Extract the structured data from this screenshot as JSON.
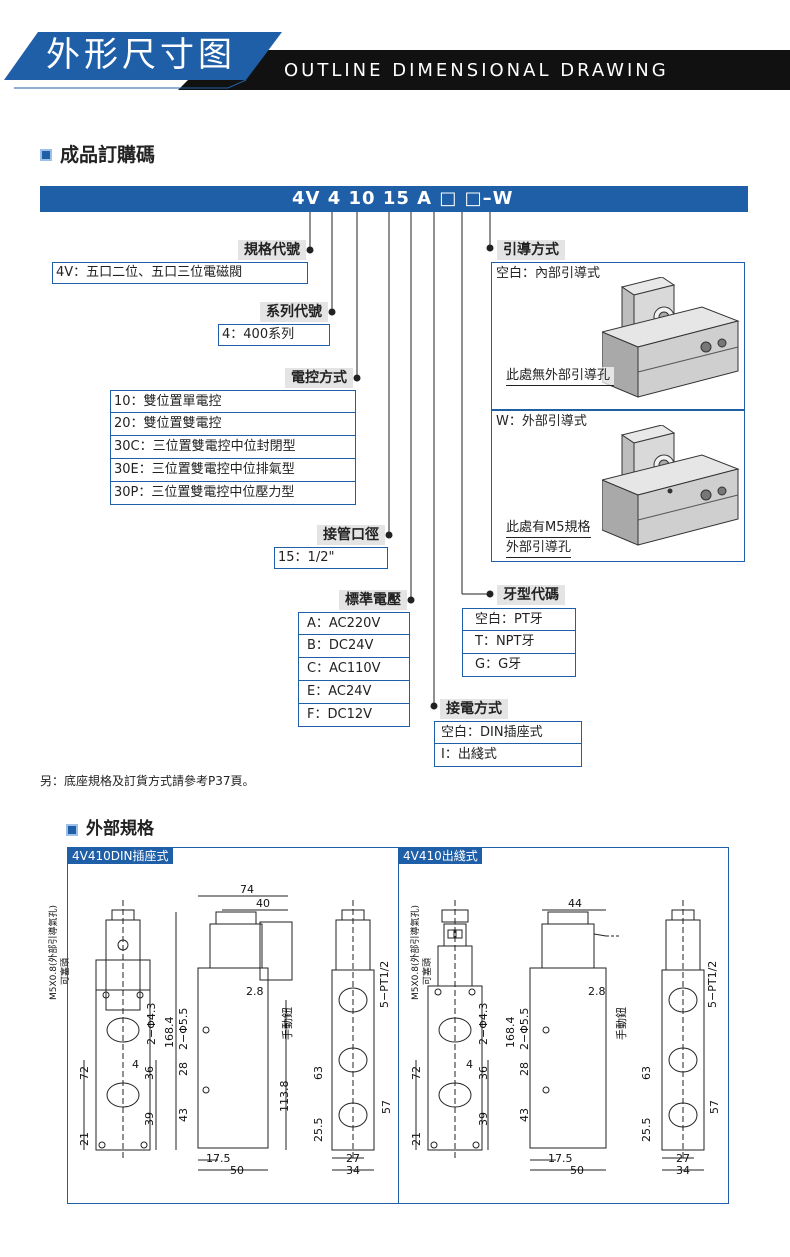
{
  "header": {
    "title_cn": "外形尺寸图",
    "title_en": "OUTLINE DIMENSIONAL DRAWING"
  },
  "order_code": {
    "section_title": "成品訂購碼",
    "code": "4V 4 10 15 A □ □–W",
    "groups": [
      {
        "label": "規格代號",
        "options": [
          "4V：五口二位、五口三位電磁閥"
        ]
      },
      {
        "label": "系列代號",
        "options": [
          "4：400系列"
        ]
      },
      {
        "label": "電控方式",
        "options": [
          "10：雙位置單電控",
          "20：雙位置雙電控",
          "30C：三位置雙電控中位封閉型",
          "30E：三位置雙電控中位排氣型",
          "30P：三位置雙電控中位壓力型"
        ]
      },
      {
        "label": "接管口徑",
        "options": [
          "15：1/2\""
        ]
      },
      {
        "label": "標準電壓",
        "options": [
          "A：AC220V",
          "B：DC24V",
          "C：AC110V",
          "E：AC24V",
          "F：DC12V"
        ]
      },
      {
        "label": "接電方式",
        "options": [
          "空白：DIN插座式",
          "I：出綫式"
        ]
      },
      {
        "label": "牙型代碼",
        "options": [
          "空白：PT牙",
          "T：NPT牙",
          "G：G牙"
        ]
      },
      {
        "label": "引導方式",
        "options": [
          "空白：內部引導式",
          "W：外部引導式"
        ]
      }
    ],
    "pilot_notes": {
      "internal": "此處無外部引導孔",
      "external_1": "此處有M5規格",
      "external_2": "外部引導孔"
    },
    "footnote": "另：底座規格及訂貨方式請參考P37頁。"
  },
  "external_spec": {
    "section_title": "外部規格",
    "panels": [
      {
        "label": "4V410DIN插座式"
      },
      {
        "label": "4V410出綫式"
      }
    ],
    "dims": {
      "d74": "74",
      "d40": "40",
      "d44": "44",
      "d28a": "2.8",
      "d28b": "2.8",
      "m5": "M5X0.8(外部引導氣孔)",
      "plug": "可塞頭",
      "phi43": "2−Φ4.3",
      "phi55": "2−Φ5.5",
      "h1684": "168.4",
      "h72": "72",
      "h36": "36",
      "h39": "39",
      "h21": "21",
      "h4": "4",
      "h28": "28",
      "h43": "43",
      "h1138": "113.8",
      "w175": "17.5",
      "w50": "50",
      "pt12": "5−PT1/2",
      "manual": "手動鈕",
      "h63": "63",
      "h57": "57",
      "h255": "25.5",
      "w27": "27",
      "w34": "34"
    }
  }
}
